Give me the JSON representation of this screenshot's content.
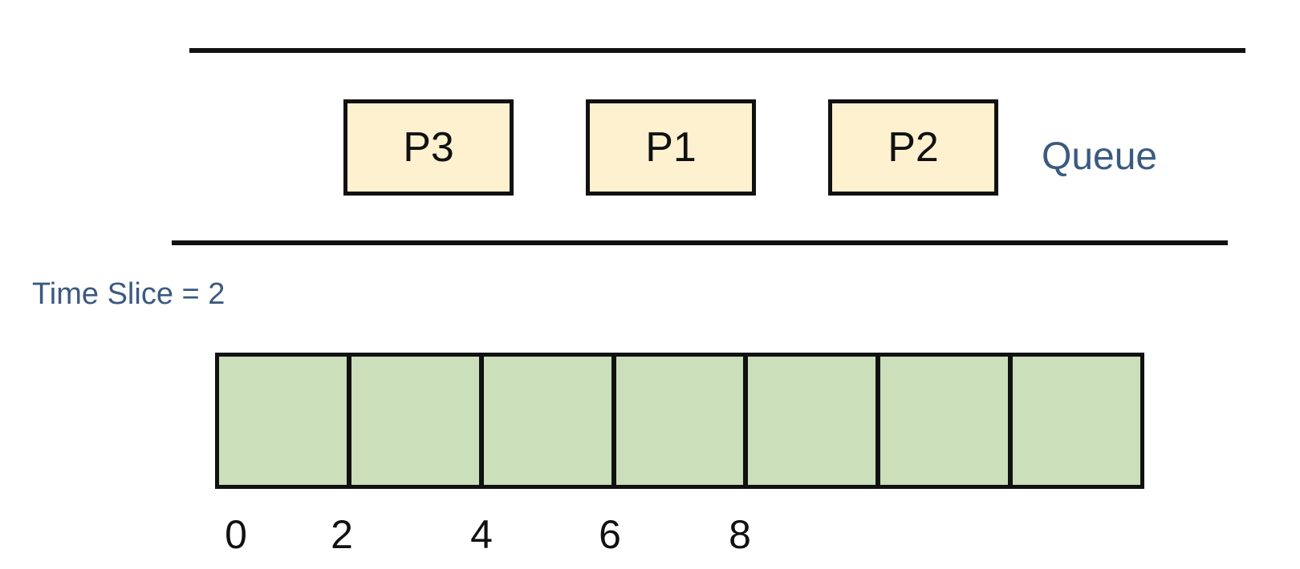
{
  "queue": {
    "label": "Queue",
    "processes": [
      "P3",
      "P1",
      "P2"
    ]
  },
  "time_slice_label": "Time Slice = 2",
  "timeline": {
    "slot_count": 7,
    "tick_labels": [
      "0",
      "2",
      "4",
      "6",
      "8"
    ]
  },
  "colors": {
    "process_fill": "#fdf1cf",
    "slot_fill": "#cadfba",
    "label_text": "#3b5a80",
    "outline": "#111111"
  }
}
